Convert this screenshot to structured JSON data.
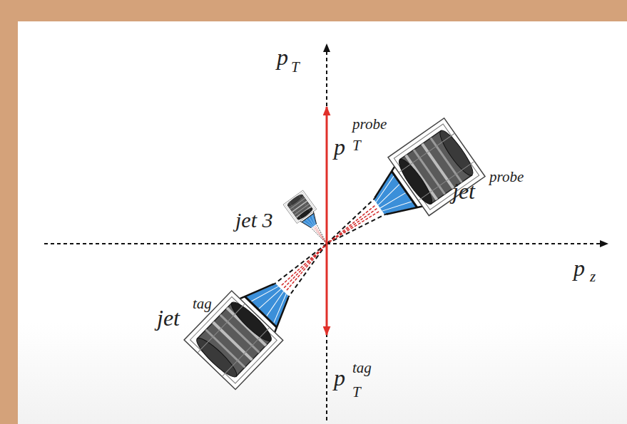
{
  "diagram": {
    "labels": [
      "p",
      "T",
      "p",
      "T",
      "probe",
      "jet",
      "probe",
      "jet 3",
      "p",
      "z",
      "jet",
      "tag",
      "p",
      "T",
      "tag"
    ]
  }
}
